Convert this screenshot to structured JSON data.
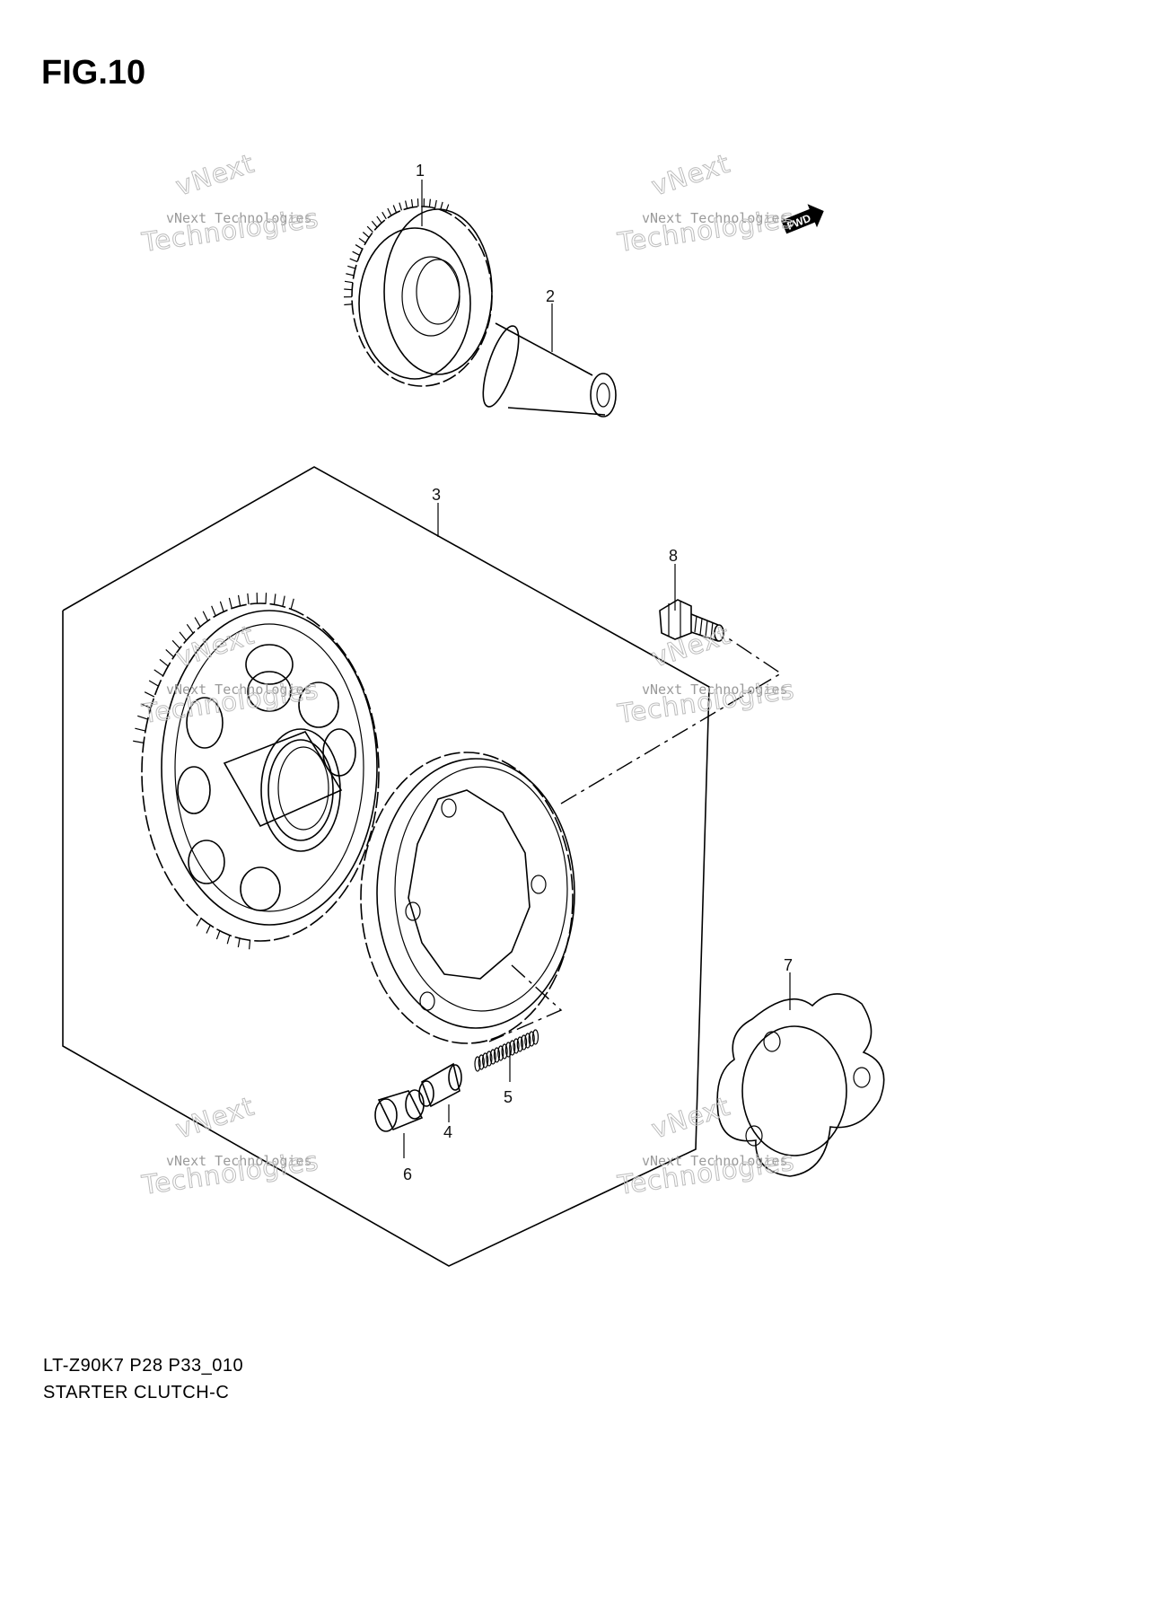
{
  "figure": {
    "title": "FIG.10"
  },
  "callouts": [
    {
      "id": "1",
      "label": "1"
    },
    {
      "id": "2",
      "label": "2"
    },
    {
      "id": "3",
      "label": "3"
    },
    {
      "id": "4",
      "label": "4"
    },
    {
      "id": "5",
      "label": "5"
    },
    {
      "id": "6",
      "label": "6"
    },
    {
      "id": "7",
      "label": "7"
    },
    {
      "id": "8",
      "label": "8"
    }
  ],
  "direction_badge": {
    "label": "FWD"
  },
  "watermark": {
    "line1": "vNext",
    "line2": "vNext Technologies",
    "line3": "Technologies"
  },
  "caption": {
    "model_code": "LT-Z90K7 P28 P33_010",
    "section_name": "STARTER CLUTCH-C"
  }
}
